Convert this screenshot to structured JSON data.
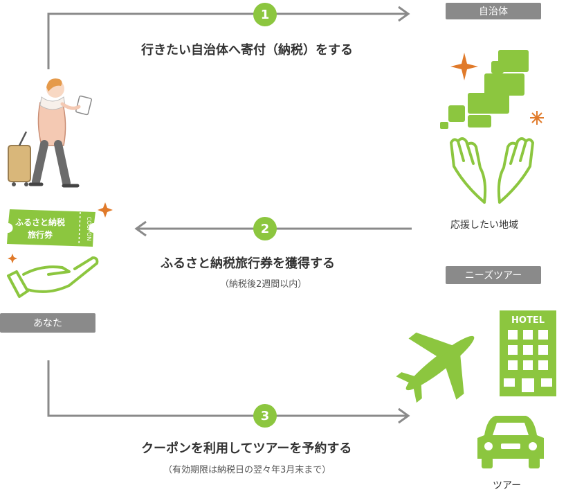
{
  "labels": {
    "municipality": "自治体",
    "you": "あなた",
    "needs_tour": "ニーズツアー",
    "region": "応援したい地域",
    "tour": "ツアー",
    "coupon_line1": "ふるさと納税",
    "coupon_line2": "旅行券",
    "coupon_side": "COUPON",
    "hotel": "HOTEL"
  },
  "steps": [
    {
      "number": "1",
      "title": "行きたい自治体へ寄付（納税）をする",
      "note": ""
    },
    {
      "number": "2",
      "title": "ふるさと納税旅行券を獲得する",
      "note": "（納税後2週間以内）"
    },
    {
      "number": "3",
      "title": "クーポンを利用してツアーを予約する",
      "note": "（有効期限は納税日の翌々年3月末まで）"
    }
  ],
  "icons": {
    "traveler": "traveler-illustration",
    "coupon": "coupon-ticket-icon",
    "hand": "hand-icon",
    "japan_map": "japan-map-icon",
    "hands": "open-hands-icon",
    "plane": "airplane-icon",
    "hotel": "hotel-icon",
    "car": "car-icon",
    "sparkle": "sparkle-icon"
  },
  "colors": {
    "green": "#8cc63f",
    "gray": "#8a8a8a",
    "orange": "#e07a2a",
    "text": "#333333"
  }
}
